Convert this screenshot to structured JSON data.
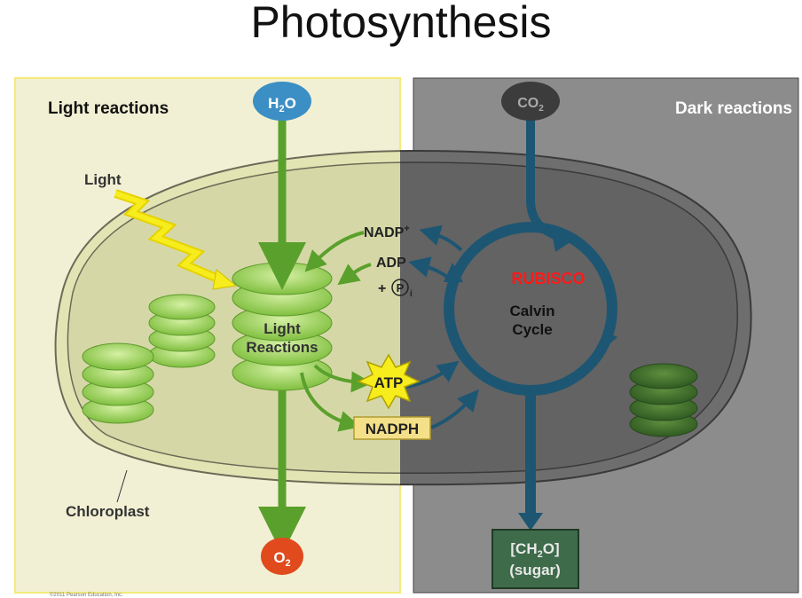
{
  "title": "Photosynthesis",
  "panels": {
    "light_label": "Light reactions",
    "dark_label": "Dark reactions"
  },
  "labels": {
    "light": "Light",
    "chloroplast": "Chloroplast",
    "light_reactions_line1": "Light",
    "light_reactions_line2": "Reactions",
    "calvin_line1": "Calvin",
    "calvin_line2": "Cycle",
    "rubisco": "RUBISCO",
    "nadp_plus": "NADP",
    "nadp_plus_sup": "+",
    "adp": "ADP",
    "pi_plus": "+",
    "pi_circle": "P",
    "pi_sub": "i",
    "atp": "ATP",
    "nadph": "NADPH",
    "sugar_line2": "(sugar)"
  },
  "molecules": {
    "h2o": {
      "base": "H",
      "sub": "2",
      "rest": "O"
    },
    "co2": {
      "base": "CO",
      "sub": "2"
    },
    "o2": {
      "base": "O",
      "sub": "2"
    },
    "ch2o": {
      "pre": "[CH",
      "sub": "2",
      "post": "O]"
    }
  },
  "copyright": "©2011 Pearson Education, Inc.",
  "colors": {
    "light_panel": "#f2f0d4",
    "dark_panel": "#8c8c8c",
    "panel_border": "#f3ea7a",
    "green_arrow": "#5aa02c",
    "blue_arrow": "#1d5672",
    "h2o_fill": "#3c8fc4",
    "co2_fill": "#3c3c3c",
    "o2_fill": "#e04a1c",
    "rubisco": "#ff1a1a",
    "atp_star": "#f7ec1c",
    "nadph_box": "#f5e08a",
    "sugar_box": "#3e6b4a"
  }
}
